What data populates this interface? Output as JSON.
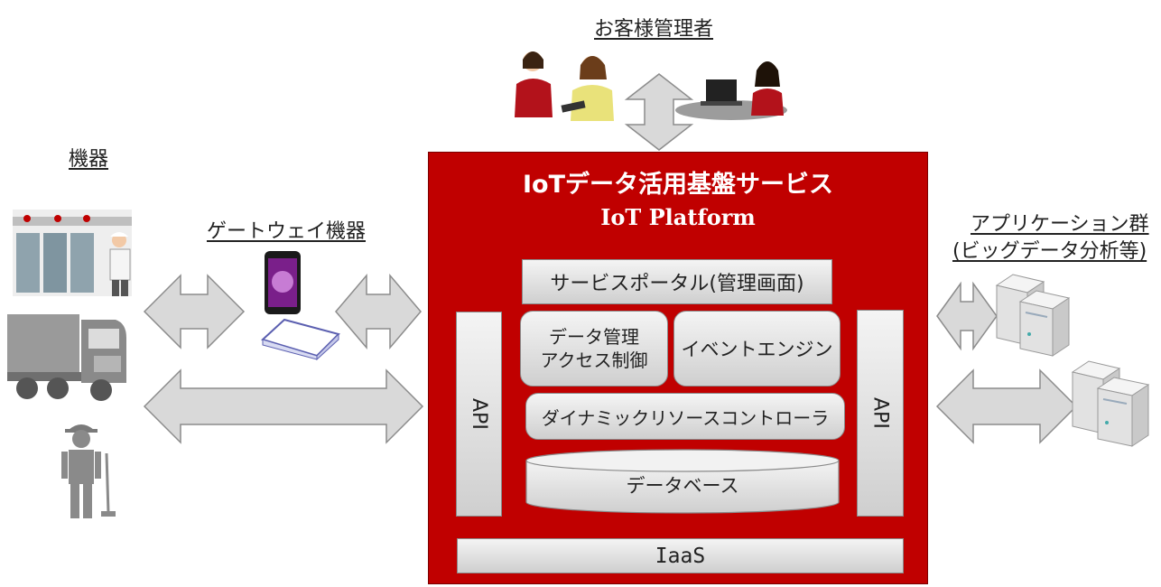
{
  "labels": {
    "admin": "お客様管理者",
    "devices": "機器",
    "gateway": "ゲートウェイ機器",
    "apps_line1": "アプリケーション群",
    "apps_line2": "(ビッグデータ分析等)"
  },
  "platform": {
    "title_jp": "IoTデータ活用基盤サービス",
    "title_en": "IoT Platform",
    "portal": "サービスポータル(管理画面)",
    "data_mgmt_line1": "データ管理",
    "data_mgmt_line2": "アクセス制御",
    "event_engine": "イベントエンジン",
    "controller": "ダイナミックリソースコントローラ",
    "database": "データベース",
    "api_left": "API",
    "api_right": "API",
    "iaas": "IaaS"
  },
  "colors": {
    "platform_red": "#c00000",
    "arrow_gray": "#d9d9d9"
  }
}
